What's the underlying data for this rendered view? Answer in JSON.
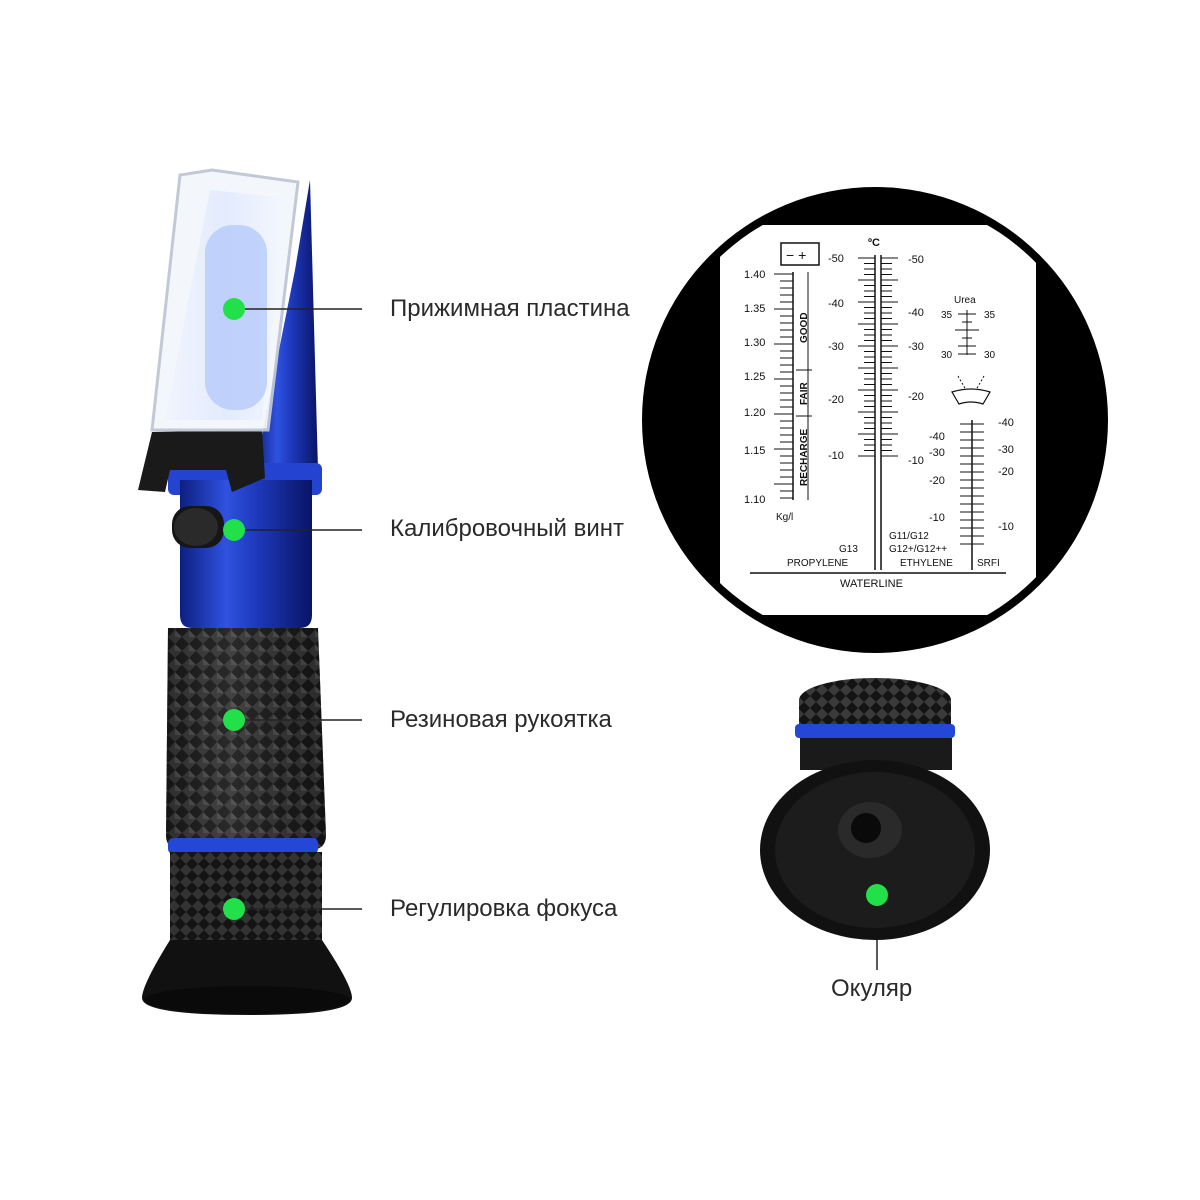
{
  "callouts": {
    "pressure_plate": "Прижимная пластина",
    "calibration_screw": "Калибровочный винт",
    "rubber_grip": "Резиновая рукоятка",
    "focus_adjust": "Регулировка фокуса",
    "eyepiece": "Окуляр"
  },
  "scale": {
    "temp_unit": "ºC",
    "density_ticks": [
      "1.40",
      "1.35",
      "1.30",
      "1.25",
      "1.20",
      "1.15",
      "1.10"
    ],
    "density_unit": "Kg/l",
    "bands": {
      "good": "GOOD",
      "fair": "FAIR",
      "recharge": "RECHARGE"
    },
    "propylene_ticks": [
      "-50",
      "-40",
      "-30",
      "-20",
      "-10"
    ],
    "ethylene_ticks": [
      "-50",
      "-40",
      "-30",
      "-20",
      "-10"
    ],
    "urea_label": "Urea",
    "urea_top_left": "35",
    "urea_top_right": "35",
    "urea_bottom_left": "30",
    "urea_bottom_right": "30",
    "srfi_left_ticks": [
      "-40",
      "-30",
      "-20",
      "-10"
    ],
    "srfi_right_ticks": [
      "-40",
      "-30",
      "-20",
      "-10"
    ],
    "g13": "G13",
    "propylene": "PROPYLENE",
    "g11_g12": "G11/G12",
    "g12_plus": "G12+/G12++",
    "ethylene": "ETHYLENE",
    "srfi": "SRFI",
    "waterline": "WATERLINE"
  },
  "colors": {
    "marker": "#22e04a",
    "body_blue": "#1f3fc6",
    "rubber": "#1b1b1b"
  }
}
